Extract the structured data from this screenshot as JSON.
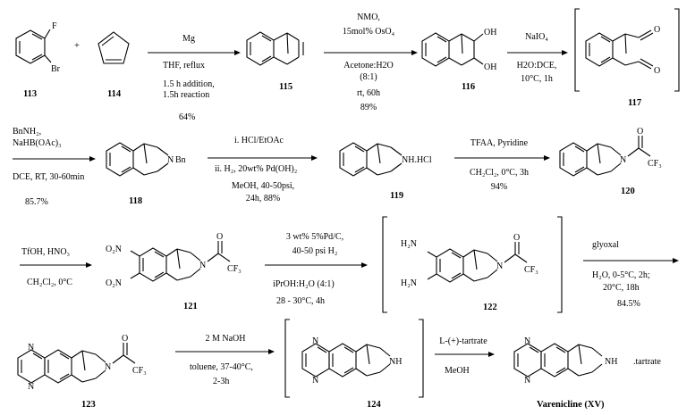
{
  "atoms": {
    "F": "F",
    "Br": "Br",
    "OH": "OH",
    "O": "O",
    "N": "N",
    "Bn": "Bn",
    "NHHCl": "NH.HCl",
    "CF3": "CF₃",
    "H2N": "H₂N",
    "O2N": "O₂N",
    "NH": "NH",
    "tartrate": ".tartrate"
  },
  "compounds": {
    "c113": "113",
    "c114": "114",
    "c115": "115",
    "c116": "116",
    "c117": "117",
    "c118": "118",
    "c119": "119",
    "c120": "120",
    "c121": "121",
    "c122": "122",
    "c123": "123",
    "c124": "124",
    "varenicline": "Varenicline (XV)"
  },
  "plus": "+",
  "steps": {
    "s1": {
      "above": [
        "Mg"
      ],
      "below": [
        "THF, reflux",
        "1.5 h addition,",
        "1.5h reaction",
        "64%"
      ]
    },
    "s2": {
      "above": [
        "NMO,",
        "15mol% OsO₄"
      ],
      "below": [
        "Acetone:H2O",
        "(8:1)",
        "rt, 60h",
        "89%"
      ]
    },
    "s3": {
      "above": [
        "NaIO₄"
      ],
      "below": [
        "H2O:DCE,",
        "10°C, 1h"
      ]
    },
    "s4": {
      "above": [
        "BnNH₂,",
        "NaHB(OAc)₃"
      ],
      "below": [
        "DCE, RT, 30-60min",
        "85.7%"
      ]
    },
    "s5": {
      "above": [
        "i. HCl/EtOAc"
      ],
      "below": [
        "ii. H₂, 20wt% Pd(OH)₂",
        "MeOH, 40-50psi,",
        "24h, 88%"
      ]
    },
    "s6": {
      "above": [
        "TFAA, Pyridine"
      ],
      "below": [
        "CH₂Cl₂, 0°C, 3h",
        "94%"
      ]
    },
    "s7": {
      "above": [
        "TfOH, HNO₃"
      ],
      "below": [
        "CH₂Cl₂, 0°C"
      ]
    },
    "s8": {
      "above": [
        "3 wt% 5%Pd/C,",
        "40-50 psi  H₂"
      ],
      "below": [
        "iPrOH:H₂O (4:1)",
        "28 - 30°C, 4h"
      ]
    },
    "s9": {
      "above": [
        "glyoxal"
      ],
      "below": [
        "H₂O, 0-5°C, 2h;",
        "20°C, 18h",
        "84.5%"
      ]
    },
    "s10": {
      "above": [
        "2 M NaOH"
      ],
      "below": [
        "toluene, 37-40°C,",
        "2-3h"
      ]
    },
    "s11": {
      "above": [
        "L-(+)-tartrate"
      ],
      "below": [
        "MeOH"
      ]
    }
  }
}
